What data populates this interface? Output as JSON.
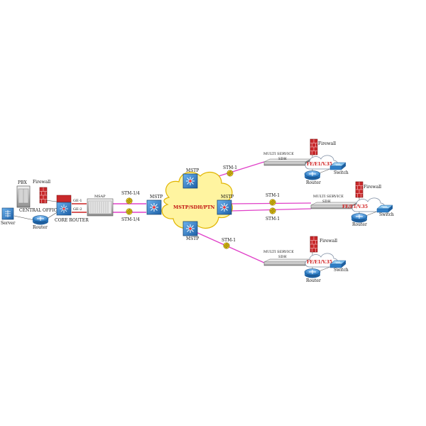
{
  "colors": {
    "link_magenta": "#e040c8",
    "link_red": "#cc2222",
    "cloud_fill": "#fff4a0",
    "cloud_stroke": "#e0b400",
    "node_blue": "#2d78c4",
    "router_blue": "#3a8fd6",
    "firewall_red": "#c8282a",
    "label_red": "#d01818"
  },
  "central_office": {
    "pbx_label": "PBX",
    "firewall_label": "Firewall",
    "office_label": "CENTRAL OFFICE",
    "server_label": "Server",
    "router_label": "Router",
    "core_router_label": "CORE ROUTER",
    "ge1_label": "GE-1",
    "ge2_label": "GE-2",
    "msap_label": "MSAP"
  },
  "links": {
    "stm14_top": "STM-1/4",
    "stm14_bottom": "STM-1/4",
    "stm1_top": "STM-1",
    "stm1_mid_upper": "STM-1",
    "stm1_mid_lower": "STM-1",
    "stm1_bottom": "STM-1"
  },
  "ring": {
    "cloud_label": "MSTP/SDH/PTN",
    "node_top": "MSTP",
    "node_left": "MSTP",
    "node_right": "MSTP",
    "node_bottom": "MSTP"
  },
  "sites": [
    {
      "sdh_line1": "MULTI SERVICE",
      "sdh_line2": "SDH",
      "interfaces": "FE/E1/V.35",
      "firewall": "Firewall",
      "router": "Router",
      "switch": "Switch"
    },
    {
      "sdh_line1": "MULTI SERVICE",
      "sdh_line2": "SDH",
      "interfaces": "FE/E1/V.35",
      "firewall": "Firewall",
      "router": "Router",
      "switch": "Switch"
    },
    {
      "sdh_line1": "MULTI SERVICE",
      "sdh_line2": "SDH",
      "interfaces": "FE/E1/V.35",
      "firewall": "Firewall",
      "router": "Router",
      "switch": "Switch"
    }
  ]
}
